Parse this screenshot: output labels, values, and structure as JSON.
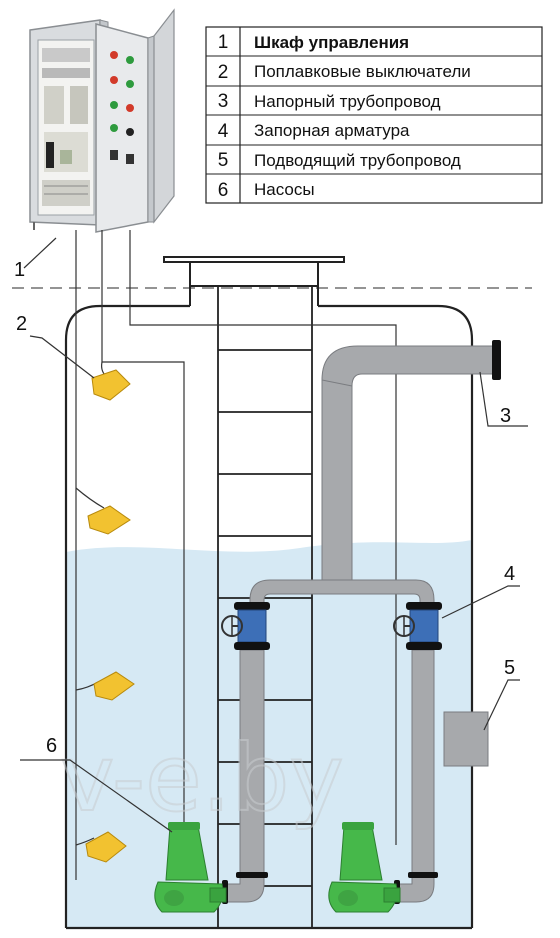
{
  "legend": {
    "rows": [
      {
        "num": "1",
        "label": "Шкаф управления"
      },
      {
        "num": "2",
        "label": "Поплавковые выключатели"
      },
      {
        "num": "3",
        "label": "Напорный трубопровод"
      },
      {
        "num": "4",
        "label": "Запорная арматура"
      },
      {
        "num": "5",
        "label": "Подводящий трубопровод"
      },
      {
        "num": "6",
        "label": "Насосы"
      }
    ]
  },
  "callouts": {
    "c1": "1",
    "c2": "2",
    "c3": "3",
    "c4": "4",
    "c5": "5",
    "c6": "6"
  },
  "watermark": "v-e.by",
  "colors": {
    "water": "#d6e9f4",
    "pipe": "#a7a9ac",
    "float": "#f2c230",
    "pump": "#46b84a",
    "valve": "#3d6fb7",
    "cabinet": "#e4e6e8"
  }
}
